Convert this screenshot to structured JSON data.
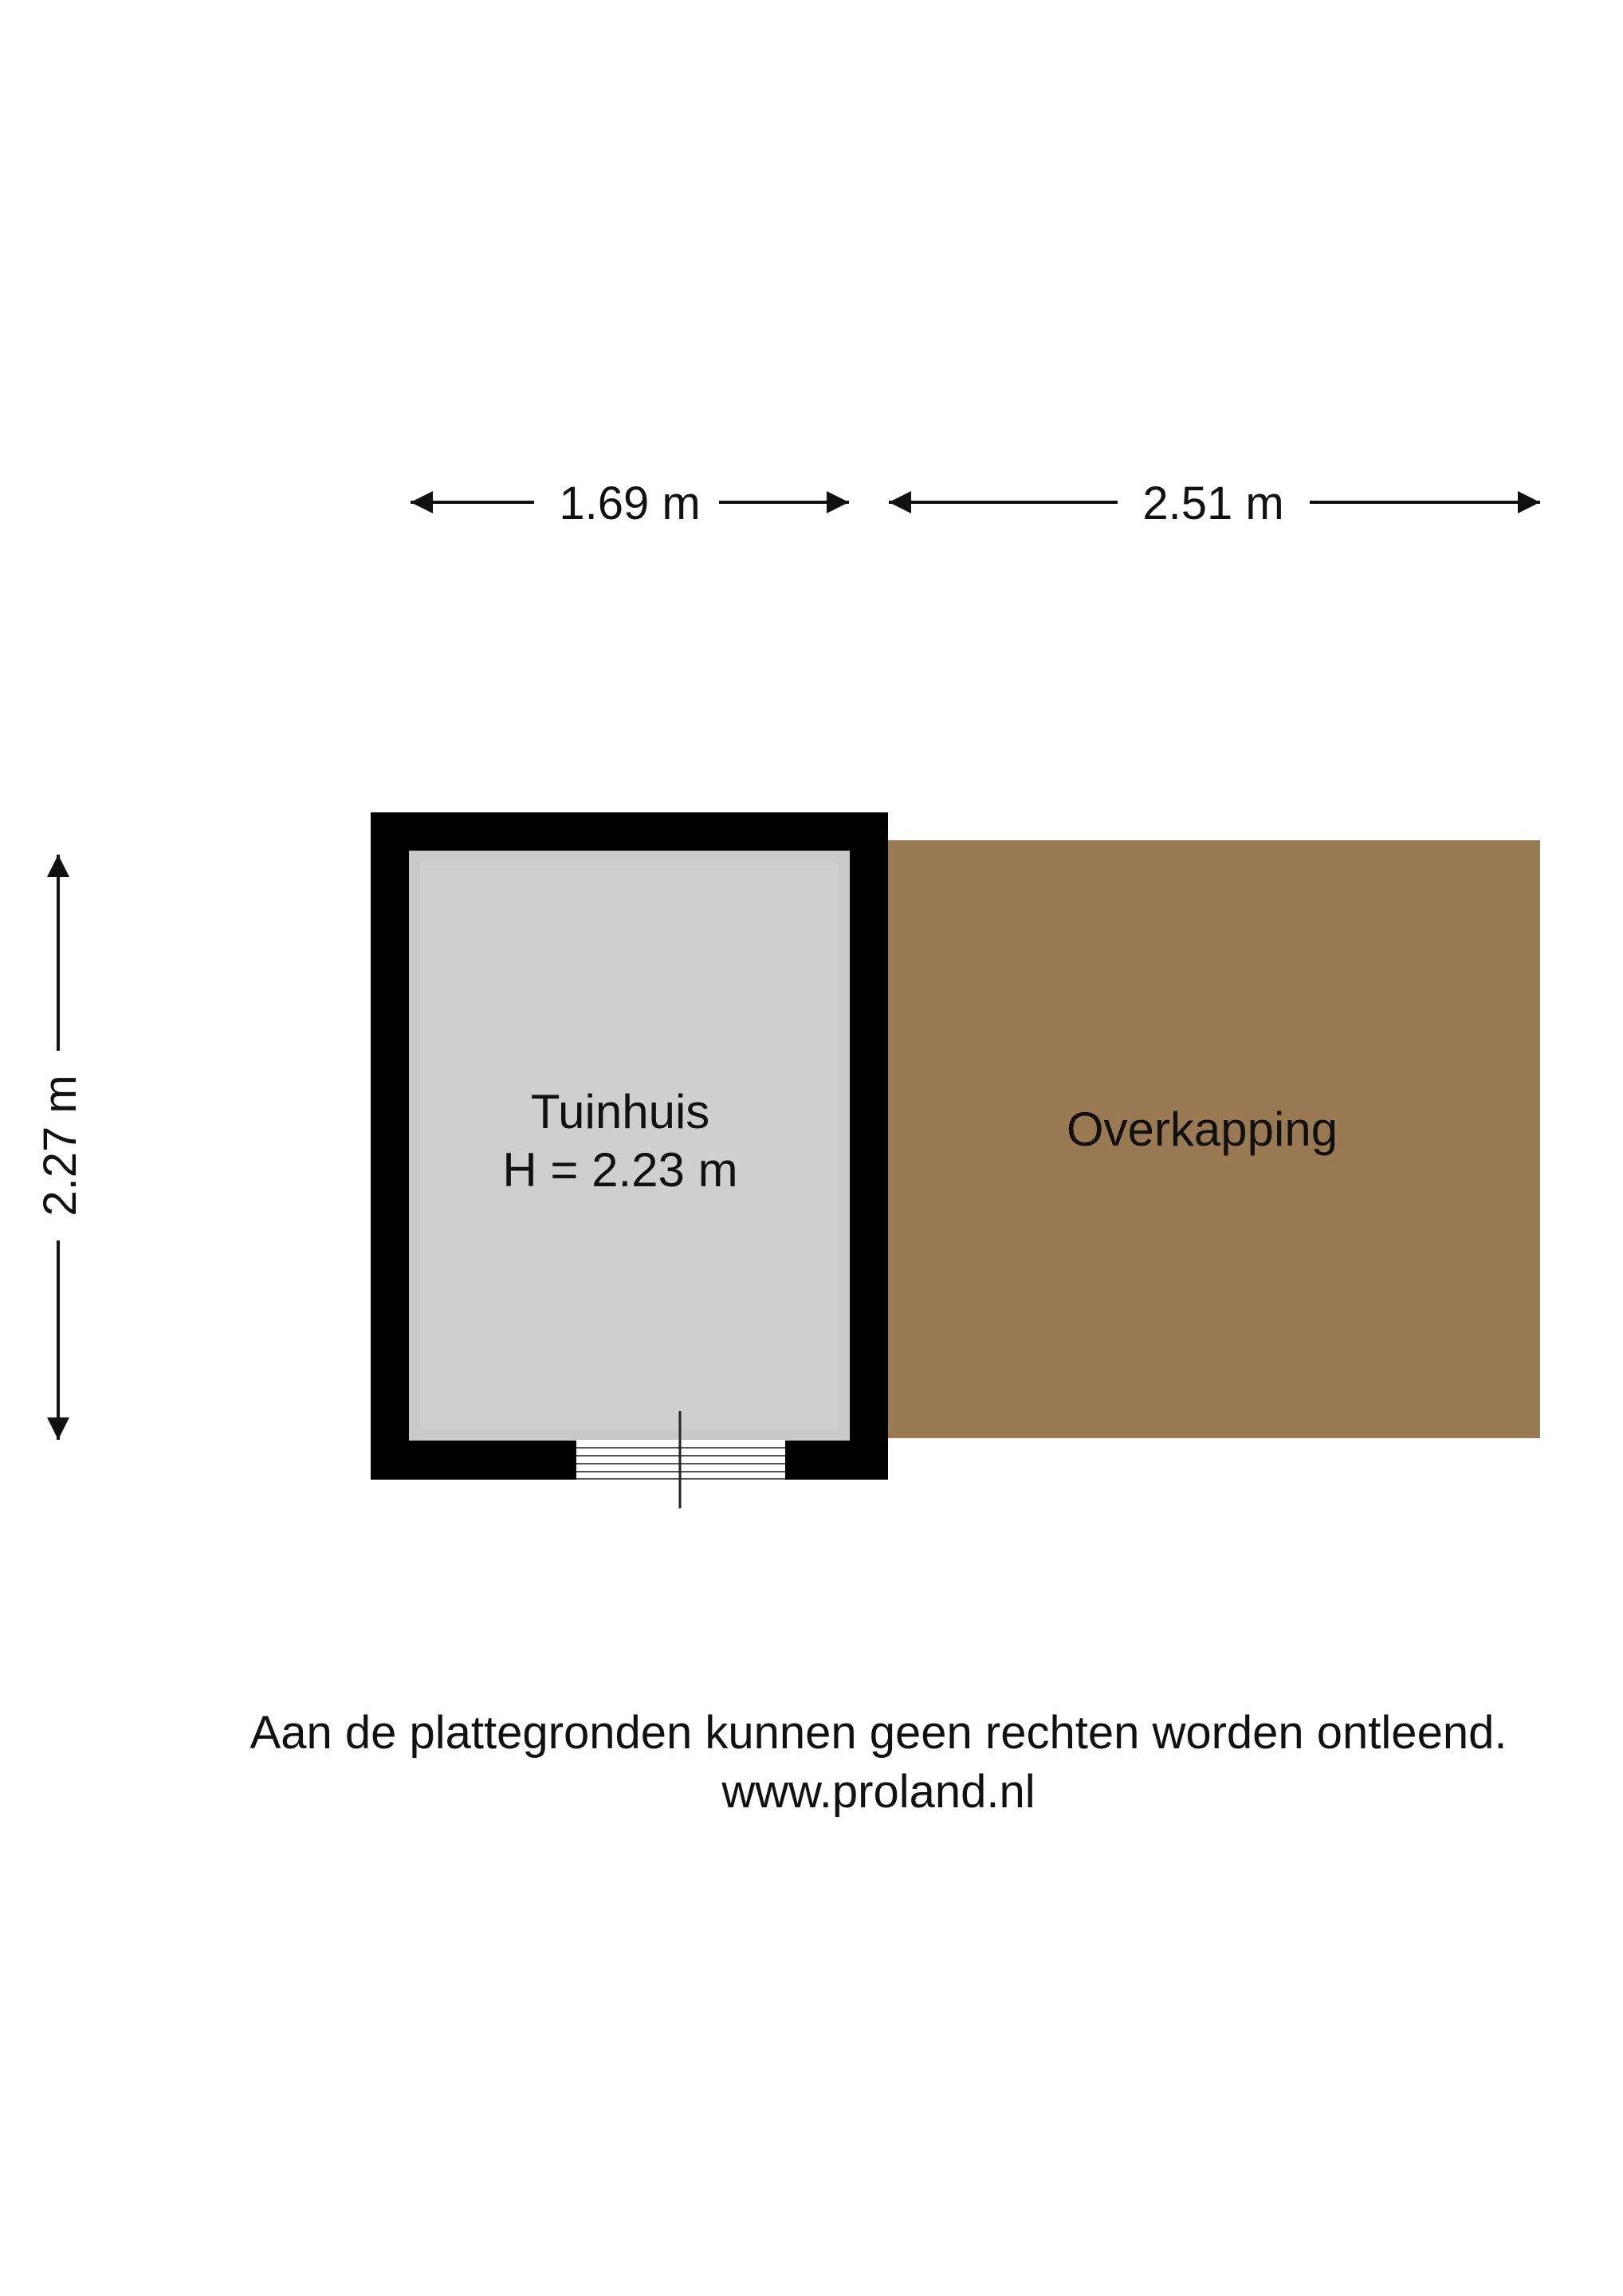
{
  "dimensions": {
    "top_left_width": "1.69 m",
    "top_right_width": "2.51 m",
    "left_height": "2.27 m"
  },
  "rooms": {
    "tuinhuis": {
      "name": "Tuinhuis",
      "height": "H = 2.23 m"
    },
    "overkapping": {
      "name": "Overkapping"
    }
  },
  "footer": {
    "disclaimer": "Aan de plattegronden kunnen geen rechten worden ontleend.",
    "url": "www.proland.nl"
  },
  "colors": {
    "wall": "#000000",
    "tuinhuis_floor": "#cccccc",
    "overkapping_floor": "#9a7a52",
    "text": "#111111"
  }
}
